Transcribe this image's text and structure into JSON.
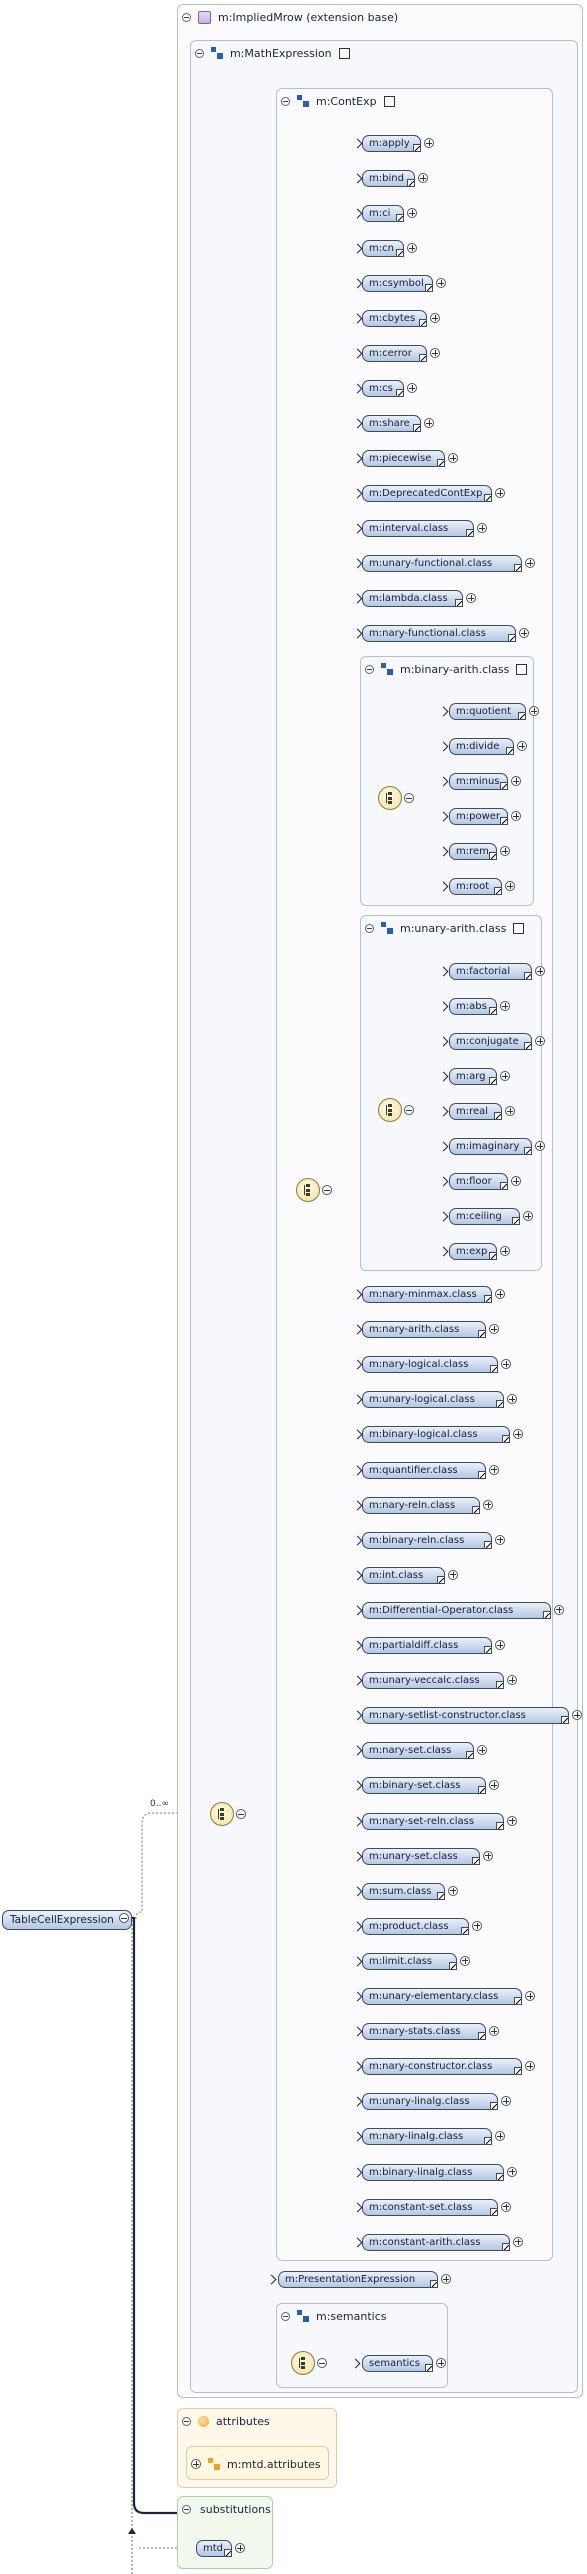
{
  "root": {
    "label": "TableCellExpression"
  },
  "occurrence": "0..∞",
  "implied_mrow": {
    "label": "m:ImpliedMrow (extension base)"
  },
  "math_expression": {
    "label": "m:MathExpression"
  },
  "cont_exp": {
    "label": "m:ContExp",
    "items_a": [
      "m:apply",
      "m:bind",
      "m:ci",
      "m:cn",
      "m:csymbol",
      "m:cbytes",
      "m:cerror",
      "m:cs",
      "m:share",
      "m:piecewise",
      "m:DeprecatedContExp",
      "m:interval.class",
      "m:unary-functional.class",
      "m:lambda.class",
      "m:nary-functional.class"
    ],
    "items_b": [
      "m:nary-minmax.class",
      "m:nary-arith.class",
      "m:nary-logical.class",
      "m:unary-logical.class",
      "m:binary-logical.class",
      "m:quantifier.class",
      "m:nary-reln.class",
      "m:binary-reln.class",
      "m:int.class",
      "m:Differential-Operator.class",
      "m:partialdiff.class",
      "m:unary-veccalc.class",
      "m:nary-setlist-constructor.class",
      "m:nary-set.class",
      "m:binary-set.class",
      "m:nary-set-reln.class",
      "m:unary-set.class",
      "m:sum.class",
      "m:product.class",
      "m:limit.class",
      "m:unary-elementary.class",
      "m:nary-stats.class",
      "m:nary-constructor.class",
      "m:unary-linalg.class",
      "m:nary-linalg.class",
      "m:binary-linalg.class",
      "m:constant-set.class",
      "m:constant-arith.class"
    ]
  },
  "binary_arith": {
    "label": "m:binary-arith.class",
    "items": [
      "m:quotient",
      "m:divide",
      "m:minus",
      "m:power",
      "m:rem",
      "m:root"
    ]
  },
  "unary_arith": {
    "label": "m:unary-arith.class",
    "items": [
      "m:factorial",
      "m:abs",
      "m:conjugate",
      "m:arg",
      "m:real",
      "m:imaginary",
      "m:floor",
      "m:ceiling",
      "m:exp"
    ]
  },
  "presentation": {
    "label": "m:PresentationExpression"
  },
  "semantics_group": {
    "label": "m:semantics",
    "item": "semantics"
  },
  "attributes": {
    "label": "attributes",
    "item": "m:mtd.attributes"
  },
  "substitutions": {
    "label": "substitutions",
    "item": "mtd"
  },
  "colors": {
    "line": "#1e2636",
    "pill_top": "#eaf0fa",
    "pill_bottom": "#b5c7e3",
    "group_bg": "#f7f8fb"
  }
}
